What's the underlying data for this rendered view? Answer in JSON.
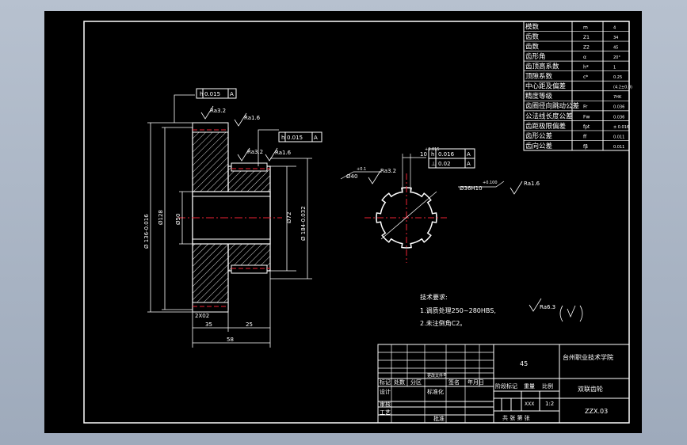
{
  "params_table": [
    {
      "name": "模数",
      "symbol": "m",
      "value": "4"
    },
    {
      "name": "齿数",
      "symbol": "Z1",
      "value": "34"
    },
    {
      "name": "齿数",
      "symbol": "Z2",
      "value": "45"
    },
    {
      "name": "齿形角",
      "symbol": "α",
      "value": "20°"
    },
    {
      "name": "齿顶高系数",
      "symbol": "h*",
      "value": "1"
    },
    {
      "name": "顶隙系数",
      "symbol": "c*",
      "value": "0.25"
    },
    {
      "name": "中心距及偏差",
      "symbol": "",
      "value": "(4.2±0.0)"
    },
    {
      "name": "精度等级",
      "symbol": "",
      "value": "7HK"
    },
    {
      "name": "齿圈径向跳动公差",
      "symbol": "Fr",
      "value": "0.036"
    },
    {
      "name": "公法线长度公差",
      "symbol": "Fw",
      "value": "0.036"
    },
    {
      "name": "齿距极限偏差",
      "symbol": "fpt",
      "value": "± 0.016"
    },
    {
      "name": "齿形公差",
      "symbol": "ff",
      "value": "0.011"
    },
    {
      "name": "齿向公差",
      "symbol": "fβ",
      "value": "0.011"
    }
  ],
  "annotations": {
    "tol_top": "0.015",
    "tol_top_ref": "A",
    "tol_mid": "0.015",
    "tol_mid_ref": "A",
    "rough_1": "Ra3.2",
    "rough_2": "Ra1.6",
    "rough_3": "Ra3.2",
    "rough_4": "Ra1.6",
    "rough_5": "Ra3.2",
    "rough_6": "Ra1.6",
    "dim_left_outer": "Ø 136-0.016",
    "dim_d128": "Ø128",
    "dim_d50": "Ø50",
    "dim_d72": "Ø72",
    "dim_right_outer": "Ø 184-0.032",
    "chamfer": "2X02",
    "dim_35": "35",
    "dim_25": "25",
    "dim_58": "58",
    "spline_outer": "Ø40",
    "spline_inner": "Ø36H10",
    "spline_width": "10",
    "tol_spline_1": "0.016",
    "tol_spline_1_ref": "A",
    "tol_spline_2": "0.02",
    "tol_spline_2_ref": "A",
    "spline_sup_1": "+0.015",
    "spline_sup_2": "+0.1",
    "spline_sup_3": "+0.100",
    "rough_general": "Ra6.3"
  },
  "tech_req": {
    "title": "技术要求:",
    "line1": "1.调质处理250~280HBS,",
    "line2": "2.未注倒角C2。"
  },
  "title_block": {
    "material": "45",
    "school": "台州职业技术学院",
    "drawing_name": "双联齿轮",
    "drawing_no": "ZZX.03",
    "h_mark": "标记",
    "h_count": "处数",
    "h_zone": "分区",
    "h_docno": "更改文件号",
    "h_sign": "签名",
    "h_date": "年月日",
    "design": "设计",
    "standard": "标准化",
    "stage": "阶段标记",
    "weight": "重量",
    "scale_label": "比例",
    "scale_value": "1:2",
    "xxx": "XXX",
    "check": "审核",
    "process": "工艺",
    "approve": "批准",
    "sheets": "共 张  第 张"
  }
}
